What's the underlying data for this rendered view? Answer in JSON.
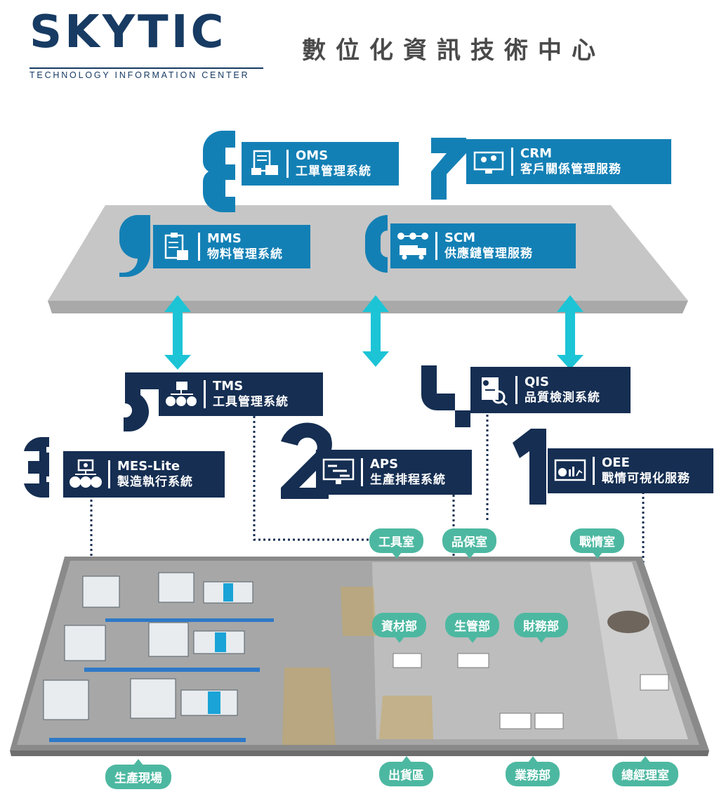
{
  "header": {
    "logo_text": "SKYTIC",
    "logo_subtitle": "TECHNOLOGY INFORMATION CENTER",
    "title": "數位化資訊技術中心"
  },
  "systems": {
    "oms": {
      "code": "OMS",
      "name": "工單管理系統"
    },
    "crm": {
      "code": "CRM",
      "name": "客戶關係管理服務"
    },
    "mms": {
      "code": "MMS",
      "name": "物料管理系統"
    },
    "scm": {
      "code": "SCM",
      "name": "供應鏈管理服務"
    },
    "tms": {
      "code": "TMS",
      "name": "工具管理系統"
    },
    "qis": {
      "code": "QIS",
      "name": "品質檢測系統"
    },
    "mes": {
      "code": "MES-Lite",
      "name": "製造執行系統"
    },
    "aps": {
      "code": "APS",
      "name": "生產排程系統"
    },
    "oee": {
      "code": "OEE",
      "name": "戰情可視化服務"
    }
  },
  "rooms": {
    "tool_room": "工具室",
    "qa_room": "品保室",
    "war_room": "戰情室",
    "materials": "資材部",
    "production_mgmt": "生管部",
    "finance": "財務部",
    "production_floor": "生產現場",
    "shipping": "出貨區",
    "sales": "業務部",
    "gm_office": "總經理室"
  },
  "colors": {
    "blue": "#1380b5",
    "navy": "#152e52",
    "teal_label": "#4db8a1",
    "arrow": "#1cc4d6",
    "platform": "#c8c8c8"
  }
}
